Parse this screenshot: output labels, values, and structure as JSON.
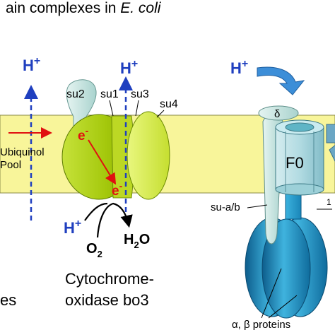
{
  "title_prefix": "ain complexes in ",
  "title_italic": "E. coli",
  "labels": {
    "h_left": "H",
    "h_mid": "H",
    "h_right": "H",
    "h_bottom": "H",
    "plus": "+",
    "su2": "su2",
    "su1": "su1",
    "su3": "su3",
    "su4": "su4",
    "e_top": "e",
    "e_bottom": "e",
    "minus": "-",
    "ubiquinol": "Ubiquinol",
    "pool": "Pool",
    "o2_o": "O",
    "o2_sub": "2",
    "h2o_h": "H",
    "h2o_sub": "2",
    "h2o_o": "O",
    "delta": "δ",
    "f0": "F0",
    "su_ab": "su-a/b",
    "cytochrome_line1": "Cytochrome-",
    "cytochrome_line2": "oxidase bo3",
    "left_partial": "es",
    "alpha_beta": "α, β proteins",
    "edge_mark": "1"
  },
  "colors": {
    "membrane": "#f8f59a",
    "proton_arrow": "#1f3fbf",
    "electron_arrow": "#e01010",
    "subunit_light": "#cde9e3",
    "su1_green": "#a5cc10",
    "su4_yellowgreen": "#d9ef5a",
    "f1_blue": "#1f86b8",
    "curved_arrow": "#3c8ed8"
  }
}
